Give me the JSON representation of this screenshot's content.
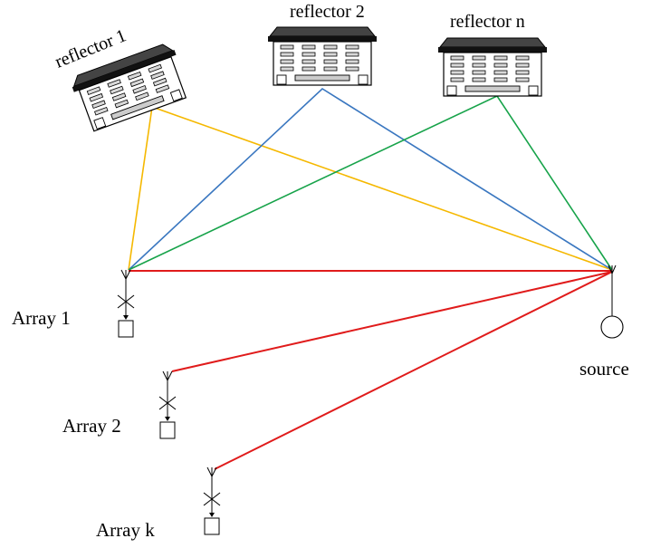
{
  "reflectors": [
    {
      "label": "reflector 1"
    },
    {
      "label": "reflector 2"
    },
    {
      "label": "reflector n"
    }
  ],
  "arrays": [
    {
      "label": "Array 1"
    },
    {
      "label": "Array 2"
    },
    {
      "label": "Array k"
    }
  ],
  "source": {
    "label": "source"
  },
  "colors": {
    "reflector_1_path": "#f5b800",
    "reflector_2_path": "#3a77c0",
    "reflector_n_path": "#17a34a",
    "direct_path": "#e01b1b",
    "building_roof": "#444444"
  }
}
